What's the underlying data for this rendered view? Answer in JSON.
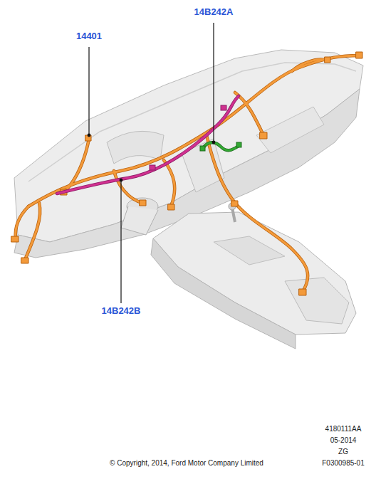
{
  "diagram": {
    "labels": [
      "14401",
      "14B242A",
      "14B242B",
      "4180111AA",
      "05-2014",
      "ZG",
      "F0300985-01",
      "© Copyright, 2014, Ford Motor Company Limited"
    ]
  }
}
